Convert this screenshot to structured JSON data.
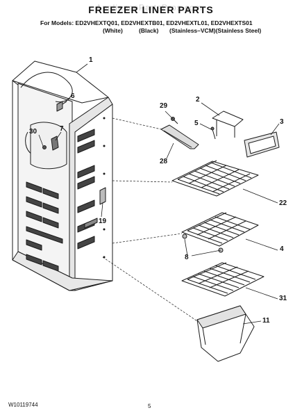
{
  "header": {
    "watermark": "AppliancePartsPros.com",
    "title": "FREEZER LINER PARTS",
    "models_line": "For Models: ED2VHEXTQ01, ED2VHEXTB01, ED2VHEXTL01, ED2VHEXTS01",
    "variants": [
      "(White)",
      "(Black)",
      "(Stainless–VCM)(Stainless Steel)"
    ]
  },
  "callouts": {
    "c1": "1",
    "c6": "6",
    "c30": "30",
    "c7": "7",
    "c19": "19",
    "c29": "29",
    "c2": "2",
    "c5": "5",
    "c3": "3",
    "c28": "28",
    "c22": "22",
    "c8": "8",
    "c4": "4",
    "c31": "31",
    "c11": "11"
  },
  "footer": {
    "doc_code": "W10119744",
    "page": "5"
  },
  "colors": {
    "line": "#1a1a1a",
    "shade": "#d9d9d9",
    "dark": "#555555"
  }
}
